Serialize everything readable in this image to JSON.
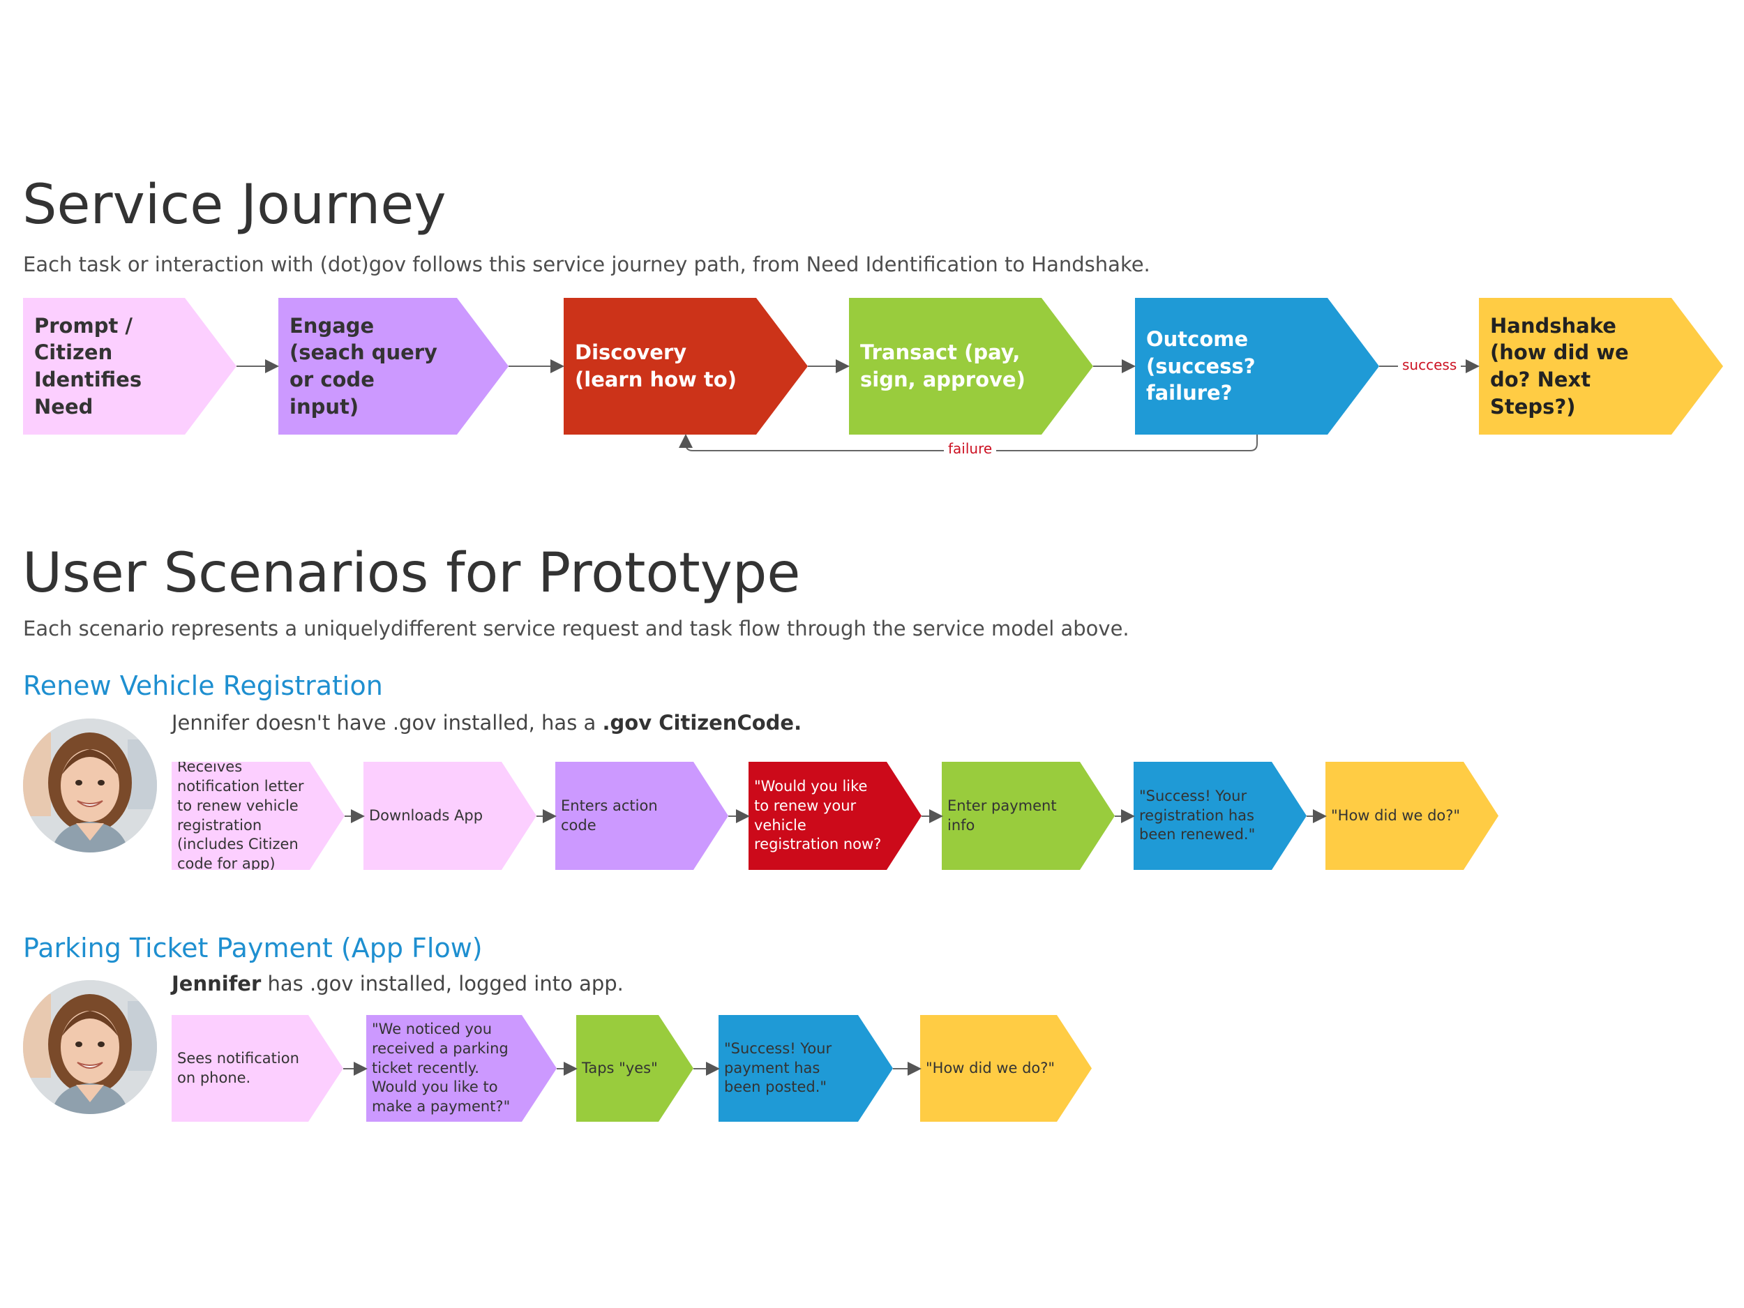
{
  "service_journey": {
    "title": "Service Journey",
    "subtitle": "Each task or interaction with (dot)gov follows this service journey path, from Need Identification to Handshake.",
    "steps": [
      {
        "label": "Prompt / Citizen Identifies Need",
        "color": "#fccfff",
        "text_color": "#333333"
      },
      {
        "label": "Engage (seach query or code input)",
        "color": "#cc99ff",
        "text_color": "#333333"
      },
      {
        "label": "Discovery (learn how to)",
        "color": "#cc3319",
        "text_color": "#ffffff"
      },
      {
        "label": "Transact (pay, sign, approve)",
        "color": "#99cc3d",
        "text_color": "#ffffff"
      },
      {
        "label": "Outcome (success? failure?",
        "color": "#1f9ad6",
        "text_color": "#ffffff"
      },
      {
        "label": "Handshake (how did we do? Next Steps?)",
        "color": "#ffcc44",
        "text_color": "#222222"
      }
    ],
    "success_label": "success",
    "failure_label": "failure"
  },
  "user_scenarios": {
    "title": "User Scenarios for Prototype",
    "subtitle": "Each scenario represents a uniquelydifferent service request and task flow through the service model above."
  },
  "scenario_1": {
    "title": "Renew Vehicle Registration",
    "desc_prefix": "Jennifer doesn't have .gov installed, has a ",
    "desc_bold": ".gov CitizenCode.",
    "steps": [
      {
        "label": "Receives notification letter to renew vehicle registration (includes Citizen code for app)",
        "color": "#fccfff",
        "text_color": "#333333"
      },
      {
        "label": "Downloads App",
        "color": "#fccfff",
        "text_color": "#333333"
      },
      {
        "label": "Enters action code",
        "color": "#cc99ff",
        "text_color": "#333333"
      },
      {
        "label": "\"Would you like to renew your vehicle registration now?",
        "color": "#cc0a1a",
        "text_color": "#ffffff"
      },
      {
        "label": "Enter payment info",
        "color": "#99cc3d",
        "text_color": "#333333"
      },
      {
        "label": "\"Success! Your registration has been renewed.\"",
        "color": "#1f9ad6",
        "text_color": "#333333"
      },
      {
        "label": "\"How did we do?\"",
        "color": "#ffcc44",
        "text_color": "#333333"
      }
    ]
  },
  "scenario_2": {
    "title": "Parking Ticket Payment (App Flow)",
    "desc_bold": "Jennifer",
    "desc_suffix": " has .gov installed, logged into app.",
    "steps": [
      {
        "label": "Sees notification on phone.",
        "color": "#fccfff",
        "text_color": "#333333"
      },
      {
        "label": "\"We noticed you received a parking ticket recently. Would you like to make a payment?\"",
        "color": "#cc99ff",
        "text_color": "#333333"
      },
      {
        "label": "Taps \"yes\"",
        "color": "#99cc3d",
        "text_color": "#333333"
      },
      {
        "label": "\"Success! Your payment has been posted.\"",
        "color": "#1f9ad6",
        "text_color": "#333333"
      },
      {
        "label": "\"How did we do?\"",
        "color": "#ffcc44",
        "text_color": "#333333"
      }
    ]
  }
}
